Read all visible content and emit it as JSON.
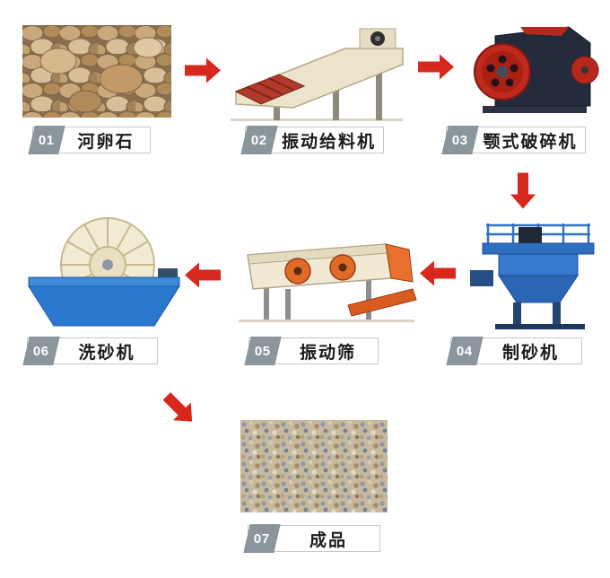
{
  "colors": {
    "arrow": "#d7281d",
    "badge": "#8b959c",
    "label-border": "#c8c8c8",
    "label-text": "#1a1a1a",
    "background": "#ffffff"
  },
  "steps": [
    {
      "num": "01",
      "label": "河卵石"
    },
    {
      "num": "02",
      "label": "振动给料机"
    },
    {
      "num": "03",
      "label": "颚式破碎机"
    },
    {
      "num": "04",
      "label": "制砂机"
    },
    {
      "num": "05",
      "label": "振动筛"
    },
    {
      "num": "06",
      "label": "洗砂机"
    },
    {
      "num": "07",
      "label": "成品"
    }
  ],
  "illustrations": {
    "step01": "river-pebbles-photo",
    "step02": "vibrating-feeder-photo",
    "step03": "jaw-crusher-photo",
    "step04": "sand-making-machine-photo",
    "step05": "vibrating-screen-photo",
    "step06": "sand-washing-machine-photo",
    "step07": "finished-sand-product-photo"
  },
  "flow_arrows": [
    {
      "icon": "arrow-right-icon",
      "from": "01",
      "to": "02"
    },
    {
      "icon": "arrow-right-icon",
      "from": "02",
      "to": "03"
    },
    {
      "icon": "arrow-down-icon",
      "from": "03",
      "to": "04"
    },
    {
      "icon": "arrow-left-icon",
      "from": "04",
      "to": "05"
    },
    {
      "icon": "arrow-left-icon",
      "from": "05",
      "to": "06"
    },
    {
      "icon": "arrow-down-right-icon",
      "from": "06",
      "to": "07"
    }
  ]
}
